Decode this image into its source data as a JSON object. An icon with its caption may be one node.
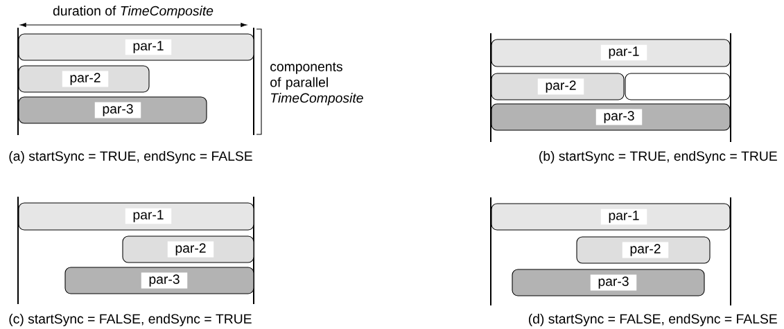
{
  "diagram": {
    "nodes": [
      {
        "text": [
          "par-1"
        ]
      },
      {
        "text": [
          "par-2"
        ]
      },
      {
        "text": [
          "par-3"
        ]
      },
      {
        "text": [
          "par-1"
        ]
      },
      {
        "text": [
          "par-2"
        ]
      },
      {
        "text": [],
        "shape": "box"
      },
      {
        "text": [
          "par-3"
        ]
      },
      {
        "text": [
          "par-1"
        ]
      },
      {
        "text": [
          "par-2"
        ]
      },
      {
        "text": [
          "par-3"
        ]
      },
      {
        "text": [
          "par-1"
        ]
      },
      {
        "text": [
          "par-2"
        ]
      },
      {
        "text": [
          "par-3"
        ]
      }
    ],
    "labels": [
      "duration of *TimeComposite*",
      "components of parallel *TimeComposite*",
      "(a) startSync = TRUE, endSync = FALSE",
      "(b) startSync = TRUE, endSync = TRUE",
      "(c) startSync = FALSE, endSync = TRUE",
      "(d) startSync = FALSE, endSync = FALSE"
    ]
  }
}
